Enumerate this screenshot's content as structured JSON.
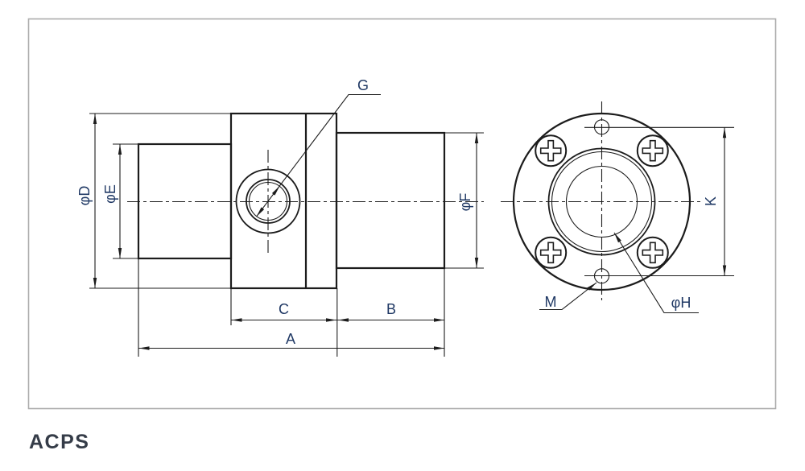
{
  "caption": {
    "text": "ACPS"
  },
  "colors": {
    "drawing_line": "#1c1c1c",
    "dim_label": "#1f3864",
    "caption_text": "#353c48",
    "frame_border": "#ababab",
    "background": "#ffffff"
  },
  "side_view": {
    "labels": {
      "g": "G",
      "phi_d": "φD",
      "phi_e": "φE",
      "phi_f": "φF",
      "c": "C",
      "b": "B",
      "a": "A"
    }
  },
  "front_view": {
    "labels": {
      "k": "K",
      "m": "M",
      "phi_h": "φH"
    },
    "screw_count": 4,
    "mount_hole_count": 2
  }
}
